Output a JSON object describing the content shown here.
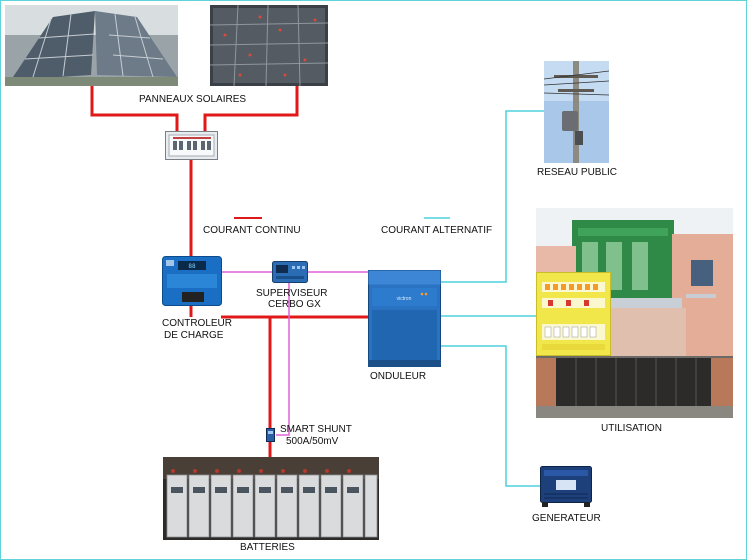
{
  "labels": {
    "solar_panels": "PANNEAUX SOLAIRES",
    "dc_legend": "COURANT CONTINU",
    "ac_legend": "COURANT ALTERNATIF",
    "public_grid": "RESEAU PUBLIC",
    "charge_controller_line1": "CONTROLEUR",
    "charge_controller_line2": "DE CHARGE",
    "supervisor_line1": "SUPERVISEUR",
    "supervisor_line2": "CERBO GX",
    "inverter": "ONDULEUR",
    "usage": "UTILISATION",
    "smart_shunt_line1": "SMART SHUNT",
    "smart_shunt_line2": "500A/50mV",
    "generator": "GENERATEUR",
    "batteries": "BATTERIES"
  },
  "colors": {
    "dc_wire": "#e01818",
    "ac_wire": "#4fd0dc",
    "data_wire": "#e060d8",
    "frame": "#5fd3d9"
  },
  "icons": {
    "solar_panel": "solar-panel-image",
    "combiner_box": "junction-box-image",
    "charge_controller": "mppt-controller-image",
    "cerbo_gx": "cerbo-gx-image",
    "inverter": "inverter-image",
    "utility_pole": "utility-pole-image",
    "house": "house-image",
    "distribution_panel": "distribution-board-image",
    "generator": "generator-image",
    "batteries": "battery-bank-image",
    "shunt": "shunt-image"
  }
}
